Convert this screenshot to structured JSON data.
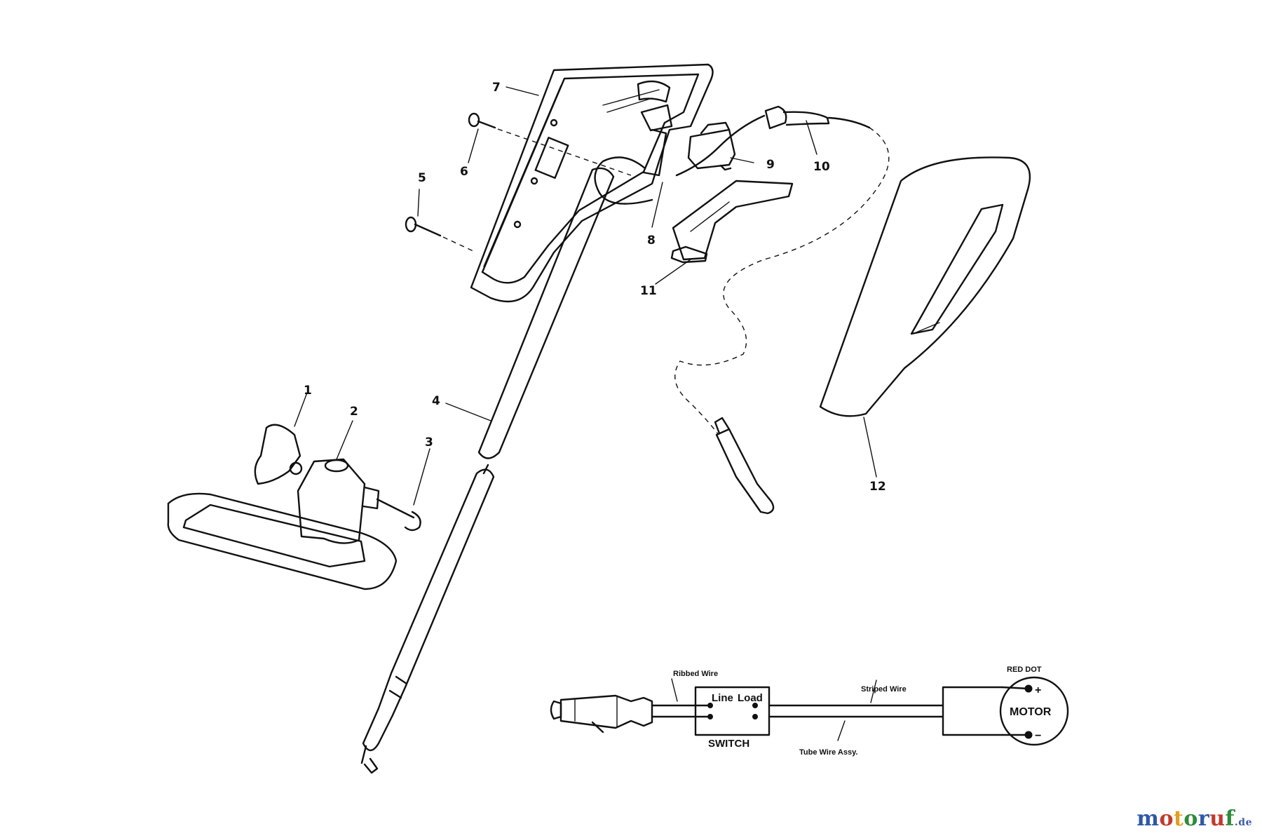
{
  "diagram": {
    "callouts": [
      "1",
      "2",
      "3",
      "4",
      "5",
      "6",
      "7",
      "8",
      "9",
      "10",
      "11",
      "12"
    ],
    "wiring": {
      "ribbed_wire": "Ribbed Wire",
      "switch_box_line": "Line",
      "switch_box_load": "Load",
      "switch_label": "SWITCH",
      "striped_wire": "Striped Wire",
      "tube_wire": "Tube Wire Assy.",
      "red_dot": "RED DOT",
      "motor": "MOTOR",
      "plus": "+",
      "minus": "−"
    }
  },
  "watermark": {
    "text": "motoruf",
    "suffix": ".de",
    "colors": [
      "#2f57a8",
      "#c23a2e",
      "#e0a020",
      "#2f8a3a",
      "#2f57a8",
      "#c23a2e",
      "#2f8a3a"
    ]
  }
}
